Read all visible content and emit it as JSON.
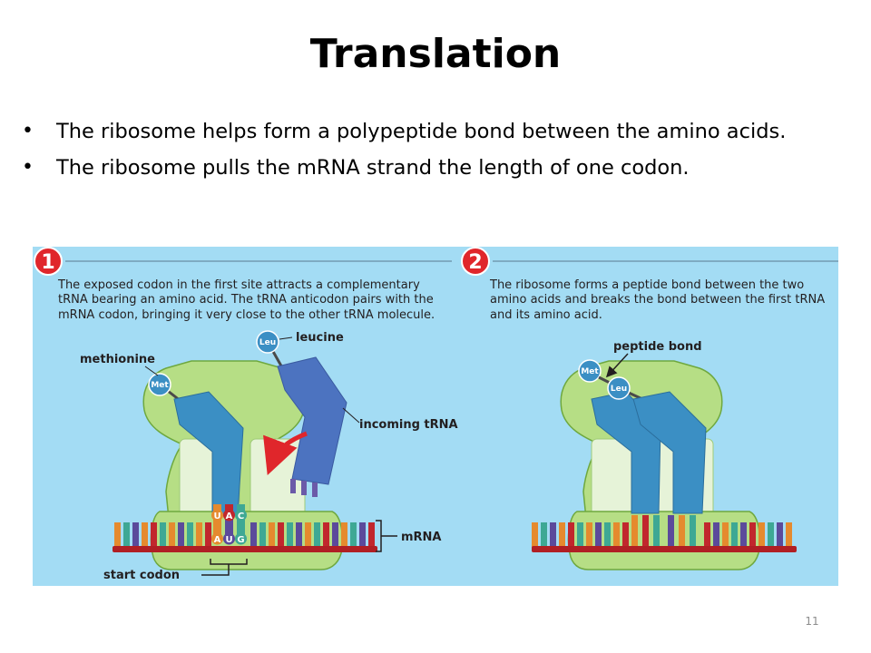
{
  "title": "Translation",
  "bullets": [
    {
      "text": "The ribosome helps form a polypeptide bond between the amino acids."
    },
    {
      "text": "The ribosome pulls the mRNA strand the length of one codon."
    }
  ],
  "panel1": {
    "step_number": "1",
    "caption_lines": [
      "The exposed codon in the first site attracts a complementary",
      "tRNA bearing an amino acid. The tRNA anticodon pairs with the",
      "mRNA codon, bringing it very close to the other tRNA molecule."
    ],
    "labels": {
      "methionine": "methionine",
      "leucine": "leucine",
      "incoming_trna": "incoming tRNA",
      "mrna": "mRNA",
      "start_codon": "start codon"
    },
    "amino_acids": {
      "met": "Met",
      "leu": "Leu"
    },
    "anticodon_bases": [
      "U",
      "A",
      "C"
    ],
    "codon_bases": [
      "A",
      "U",
      "G"
    ]
  },
  "panel2": {
    "step_number": "2",
    "caption_lines": [
      "The ribosome forms a peptide bond between the two",
      "amino acids and breaks the bond between the first tRNA",
      "and its amino acid."
    ],
    "labels": {
      "peptide_bond": "peptide bond"
    },
    "amino_acids": {
      "met": "Met",
      "leu": "Leu"
    }
  },
  "colors": {
    "figure_background": "#a3dcf4",
    "ribosome": "#b6de85",
    "ribosome_outline": "#6ea83e",
    "trna": "#3b8fc4",
    "trna_incoming": "#4c73c0",
    "mrna_backbone": "#b01f24",
    "step_badge": "#e0262b",
    "base_orange": "#e58a2e",
    "base_purple": "#5b4a9b",
    "base_teal": "#3ea894",
    "base_red": "#c1272d"
  },
  "slide_number": "11"
}
